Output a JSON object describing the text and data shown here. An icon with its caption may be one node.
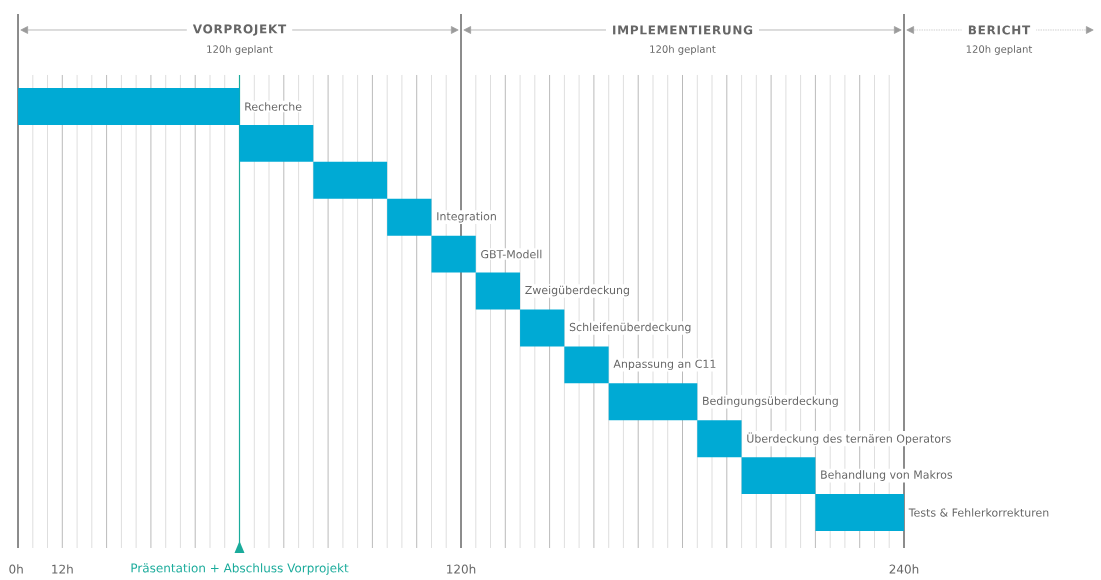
{
  "diagram": {
    "nodes": [
      {
        "text": [
          "Recherche"
        ]
      },
      {
        "text": [],
        "shape": "bar"
      },
      {
        "text": [],
        "shape": "bar"
      },
      {
        "text": [
          "Integration"
        ]
      },
      {
        "text": [
          "GBT-Modell"
        ]
      },
      {
        "text": [
          "Zweigüberdeckung"
        ]
      },
      {
        "text": [
          "Schleifenüberdeckung"
        ]
      },
      {
        "text": [
          "Anpassung an C11"
        ]
      },
      {
        "text": [
          "Bedingungsüberdeckung"
        ]
      },
      {
        "text": [
          "Überdeckung des ternären Operators"
        ]
      },
      {
        "text": [
          "Behandlung von Makros"
        ]
      },
      {
        "text": [
          "Tests & Fehlerkorrekturen"
        ]
      }
    ],
    "labels": [
      "VORPROJEKT",
      "120h geplant",
      "IMPLEMENTIERUNG",
      "120h geplant",
      "BERICHT",
      "120h geplant",
      "0h",
      "12h",
      "Präsentation + Abschluss Vorprojekt",
      "120h",
      "240h"
    ]
  }
}
